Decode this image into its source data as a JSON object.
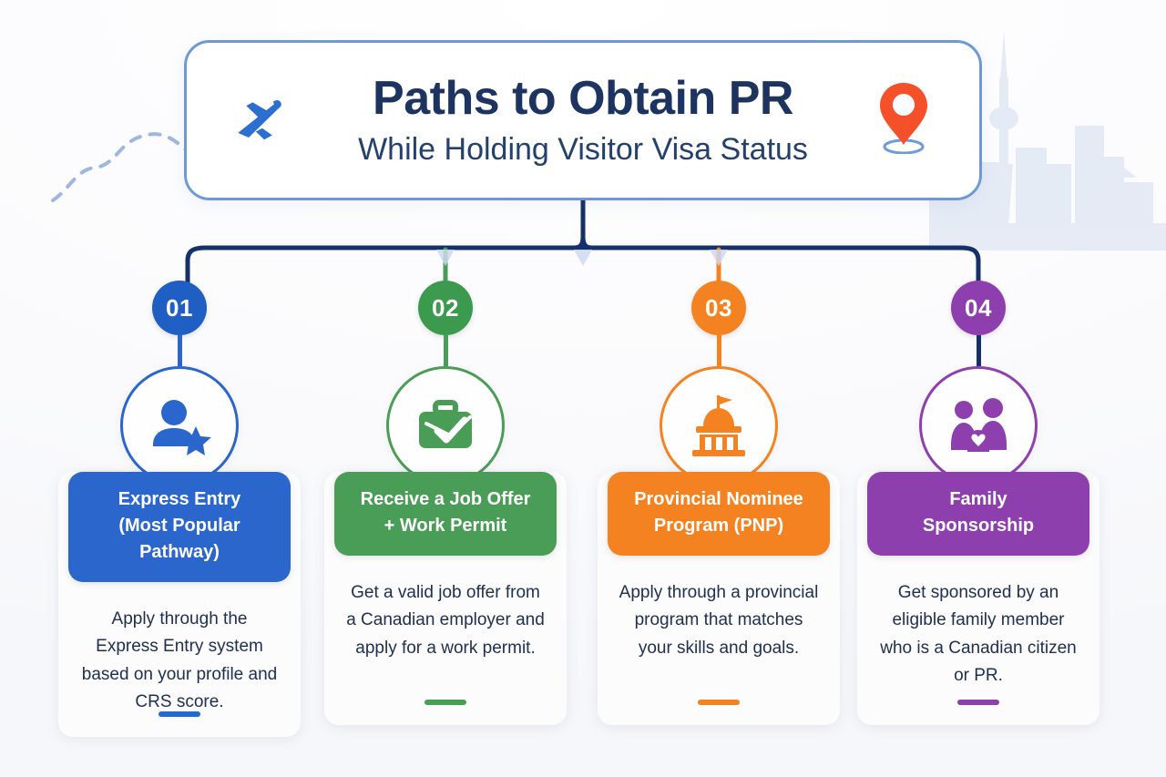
{
  "header": {
    "title": "Paths to Obtain PR",
    "subtitle": "While Holding Visitor Visa Status",
    "plane_icon": "airplane-icon",
    "pin_icon": "location-pin-icon",
    "border_color": "#6d9ad6",
    "title_color": "#1d3461"
  },
  "background": {
    "skyline": "toronto-skyline-silhouette",
    "trail": "dashed-flight-path"
  },
  "connector_color": "#15306b",
  "cards": [
    {
      "number": "01",
      "icon": "person-star-icon",
      "title_line1": "Express Entry",
      "title_line2": "(Most Popular Pathway)",
      "body": "Apply through the Express Entry system based on your profile and CRS score.",
      "color": "#2a66cc",
      "badge_color": "#1f5fc4"
    },
    {
      "number": "02",
      "icon": "briefcase-check-icon",
      "title_line1": "Receive a Job Offer",
      "title_line2": "+ Work Permit",
      "body": "Get a valid job offer from a Canadian employer and apply for a work permit.",
      "color": "#4a9d56",
      "badge_color": "#3b9a4d"
    },
    {
      "number": "03",
      "icon": "government-building-icon",
      "title_line1": "Provincial Nominee",
      "title_line2": "Program (PNP)",
      "body": "Apply through a provincial program that matches your skills and goals.",
      "color": "#f58220",
      "badge_color": "#f58220"
    },
    {
      "number": "04",
      "icon": "family-heart-icon",
      "title_line1": "Family",
      "title_line2": "Sponsorship",
      "body": "Get sponsored by an eligible family member who is a Canadian citizen or PR.",
      "color": "#8e3fae",
      "badge_color": "#8e3fae"
    }
  ]
}
